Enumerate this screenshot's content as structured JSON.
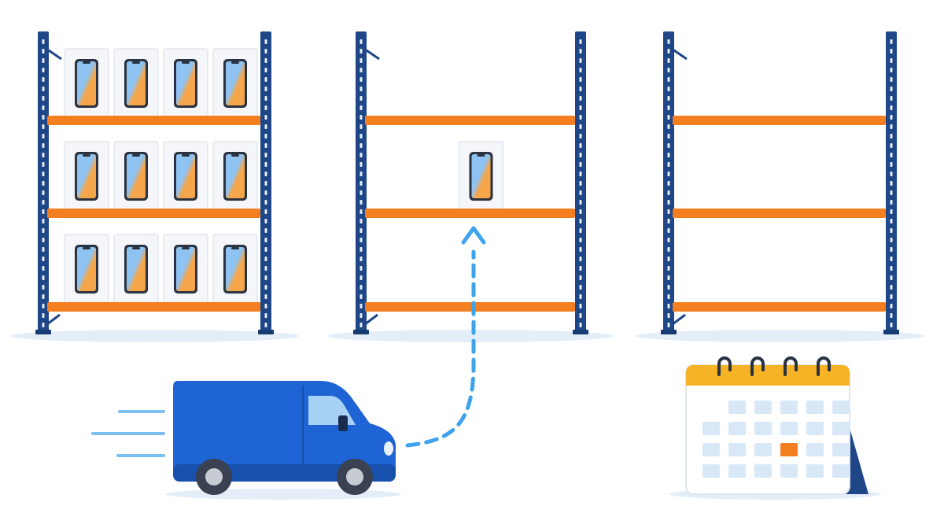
{
  "colors": {
    "upright": "#1f4788",
    "upright_dark": "#163a72",
    "beam": "#f47f20",
    "floor_shadow": "#e3eef8",
    "box_face": "#f4f6f9",
    "box_edge": "#dde3ea",
    "phone_frame": "#2b3340",
    "phone_blue": "#8fc3f2",
    "phone_orange": "#f5a64a",
    "van_body": "#1e64d4",
    "van_dark": "#1750ad",
    "van_window": "#a7d2f6",
    "wheel": "#3a4150",
    "hub": "#c7ccd4",
    "arrow": "#3fa2ec",
    "speed_lines": "#7cc0f2",
    "calendar_header": "#f5b325",
    "calendar_cell": "#d9e8f7",
    "calendar_highlight": "#f47f20",
    "calendar_stand": "#1f4788",
    "ring": "#2a3140"
  },
  "racks": [
    {
      "name": "full-rack",
      "phone_boxes_per_shelf": [
        4,
        4,
        4
      ]
    },
    {
      "name": "partial-rack",
      "phone_boxes_per_shelf": [
        0,
        1,
        0
      ]
    },
    {
      "name": "empty-rack",
      "phone_boxes_per_shelf": [
        0,
        0,
        0
      ]
    }
  ],
  "delivery": {
    "vehicle": "delivery-van",
    "arrow_target": "partial-rack"
  },
  "calendar": {
    "rows": 4,
    "cols": 6,
    "highlighted_cell": {
      "row": 3,
      "col": 4
    },
    "rings": 4
  },
  "icons": [
    "shelf-rack-icon",
    "phone-box-icon",
    "delivery-van-icon",
    "dashed-arrow-icon",
    "calendar-icon",
    "speed-lines-icon"
  ]
}
